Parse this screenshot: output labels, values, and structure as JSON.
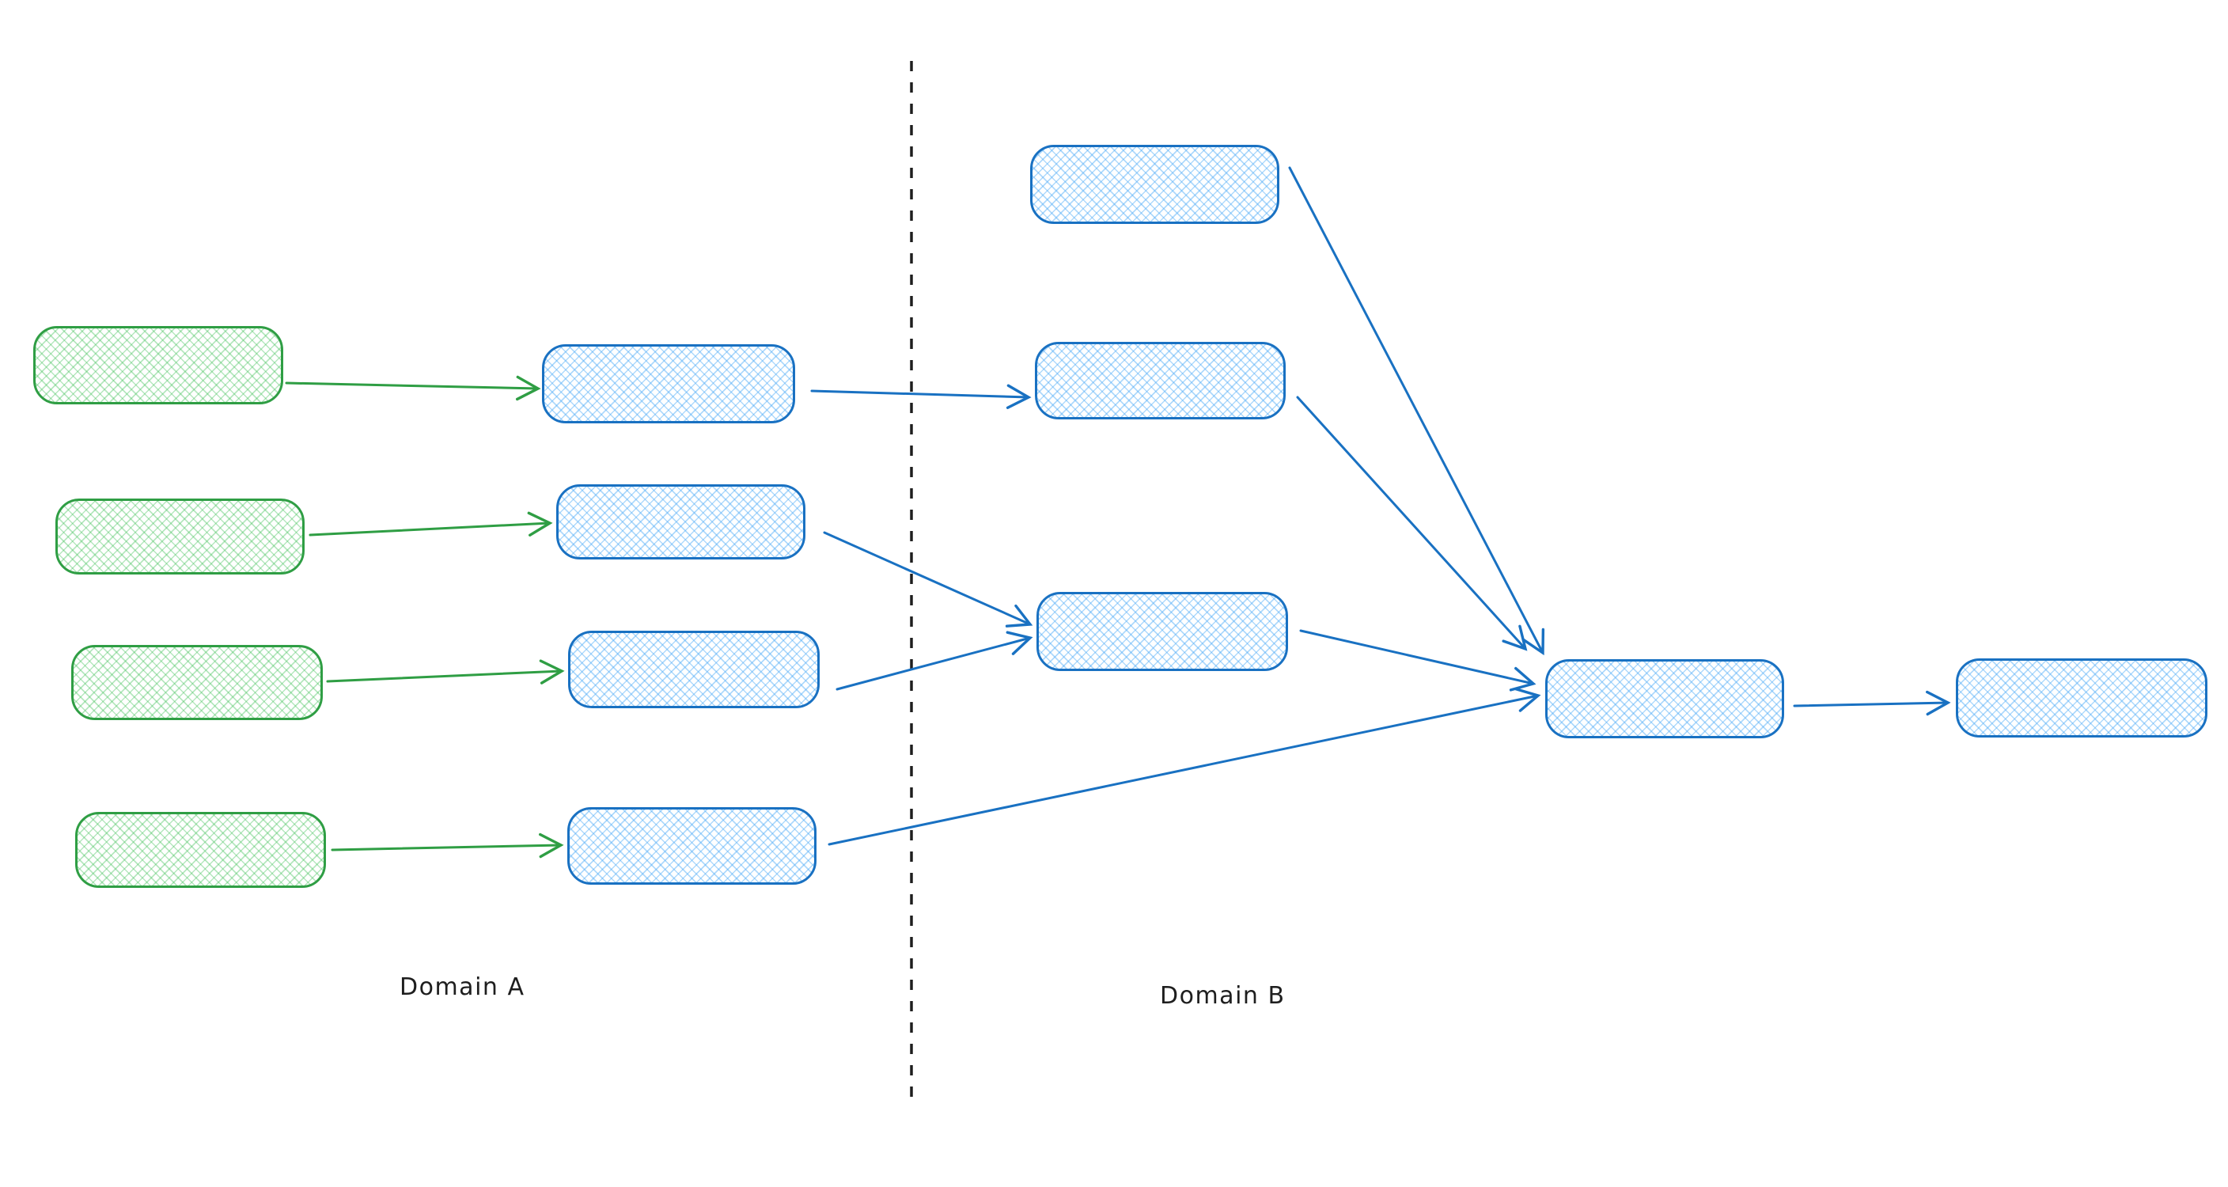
{
  "labels": {
    "domain_a": "Domain A",
    "domain_b": "Domain B"
  },
  "colors": {
    "background": "#ffffff",
    "green_stroke": "#2f9e44",
    "green_fill_hatch": "#b2f2bb",
    "blue_stroke": "#1971c2",
    "blue_fill_hatch": "#a5d8ff",
    "divider": "#1e1e1e",
    "label_text": "#1e1e1e"
  },
  "diagram": {
    "style": "hand-drawn sketch, cross-hatched rounded rectangles, open V arrowheads",
    "regions": [
      {
        "id": "domain-a",
        "label": "Domain A",
        "side": "left-of-dashed-divider"
      },
      {
        "id": "domain-b",
        "label": "Domain B",
        "side": "right-of-dashed-divider"
      }
    ],
    "nodes": [
      {
        "id": "a-source-1",
        "region": "domain-a",
        "color": "green"
      },
      {
        "id": "a-source-2",
        "region": "domain-a",
        "color": "green"
      },
      {
        "id": "a-source-3",
        "region": "domain-a",
        "color": "green"
      },
      {
        "id": "a-source-4",
        "region": "domain-a",
        "color": "green"
      },
      {
        "id": "a-stage-1",
        "region": "domain-a",
        "color": "blue"
      },
      {
        "id": "a-stage-2",
        "region": "domain-a",
        "color": "blue"
      },
      {
        "id": "a-stage-3",
        "region": "domain-a",
        "color": "blue"
      },
      {
        "id": "a-stage-4",
        "region": "domain-a",
        "color": "blue"
      },
      {
        "id": "b-node-1",
        "region": "domain-b",
        "color": "blue"
      },
      {
        "id": "b-node-2",
        "region": "domain-b",
        "color": "blue"
      },
      {
        "id": "b-node-3",
        "region": "domain-b",
        "color": "blue"
      },
      {
        "id": "b-merge",
        "region": "domain-b",
        "color": "blue"
      },
      {
        "id": "b-output",
        "region": "domain-b",
        "color": "blue"
      }
    ],
    "edges": [
      {
        "from": "a-source-1",
        "to": "a-stage-1",
        "color": "green"
      },
      {
        "from": "a-source-2",
        "to": "a-stage-2",
        "color": "green"
      },
      {
        "from": "a-source-3",
        "to": "a-stage-3",
        "color": "green"
      },
      {
        "from": "a-source-4",
        "to": "a-stage-4",
        "color": "green"
      },
      {
        "from": "a-stage-1",
        "to": "b-node-2",
        "color": "blue"
      },
      {
        "from": "a-stage-2",
        "to": "b-node-3",
        "color": "blue"
      },
      {
        "from": "a-stage-3",
        "to": "b-node-3",
        "color": "blue"
      },
      {
        "from": "a-stage-4",
        "to": "b-merge",
        "color": "blue"
      },
      {
        "from": "b-node-1",
        "to": "b-merge",
        "color": "blue"
      },
      {
        "from": "b-node-2",
        "to": "b-merge",
        "color": "blue"
      },
      {
        "from": "b-node-3",
        "to": "b-merge",
        "color": "blue"
      },
      {
        "from": "b-merge",
        "to": "b-output",
        "color": "blue"
      }
    ]
  }
}
